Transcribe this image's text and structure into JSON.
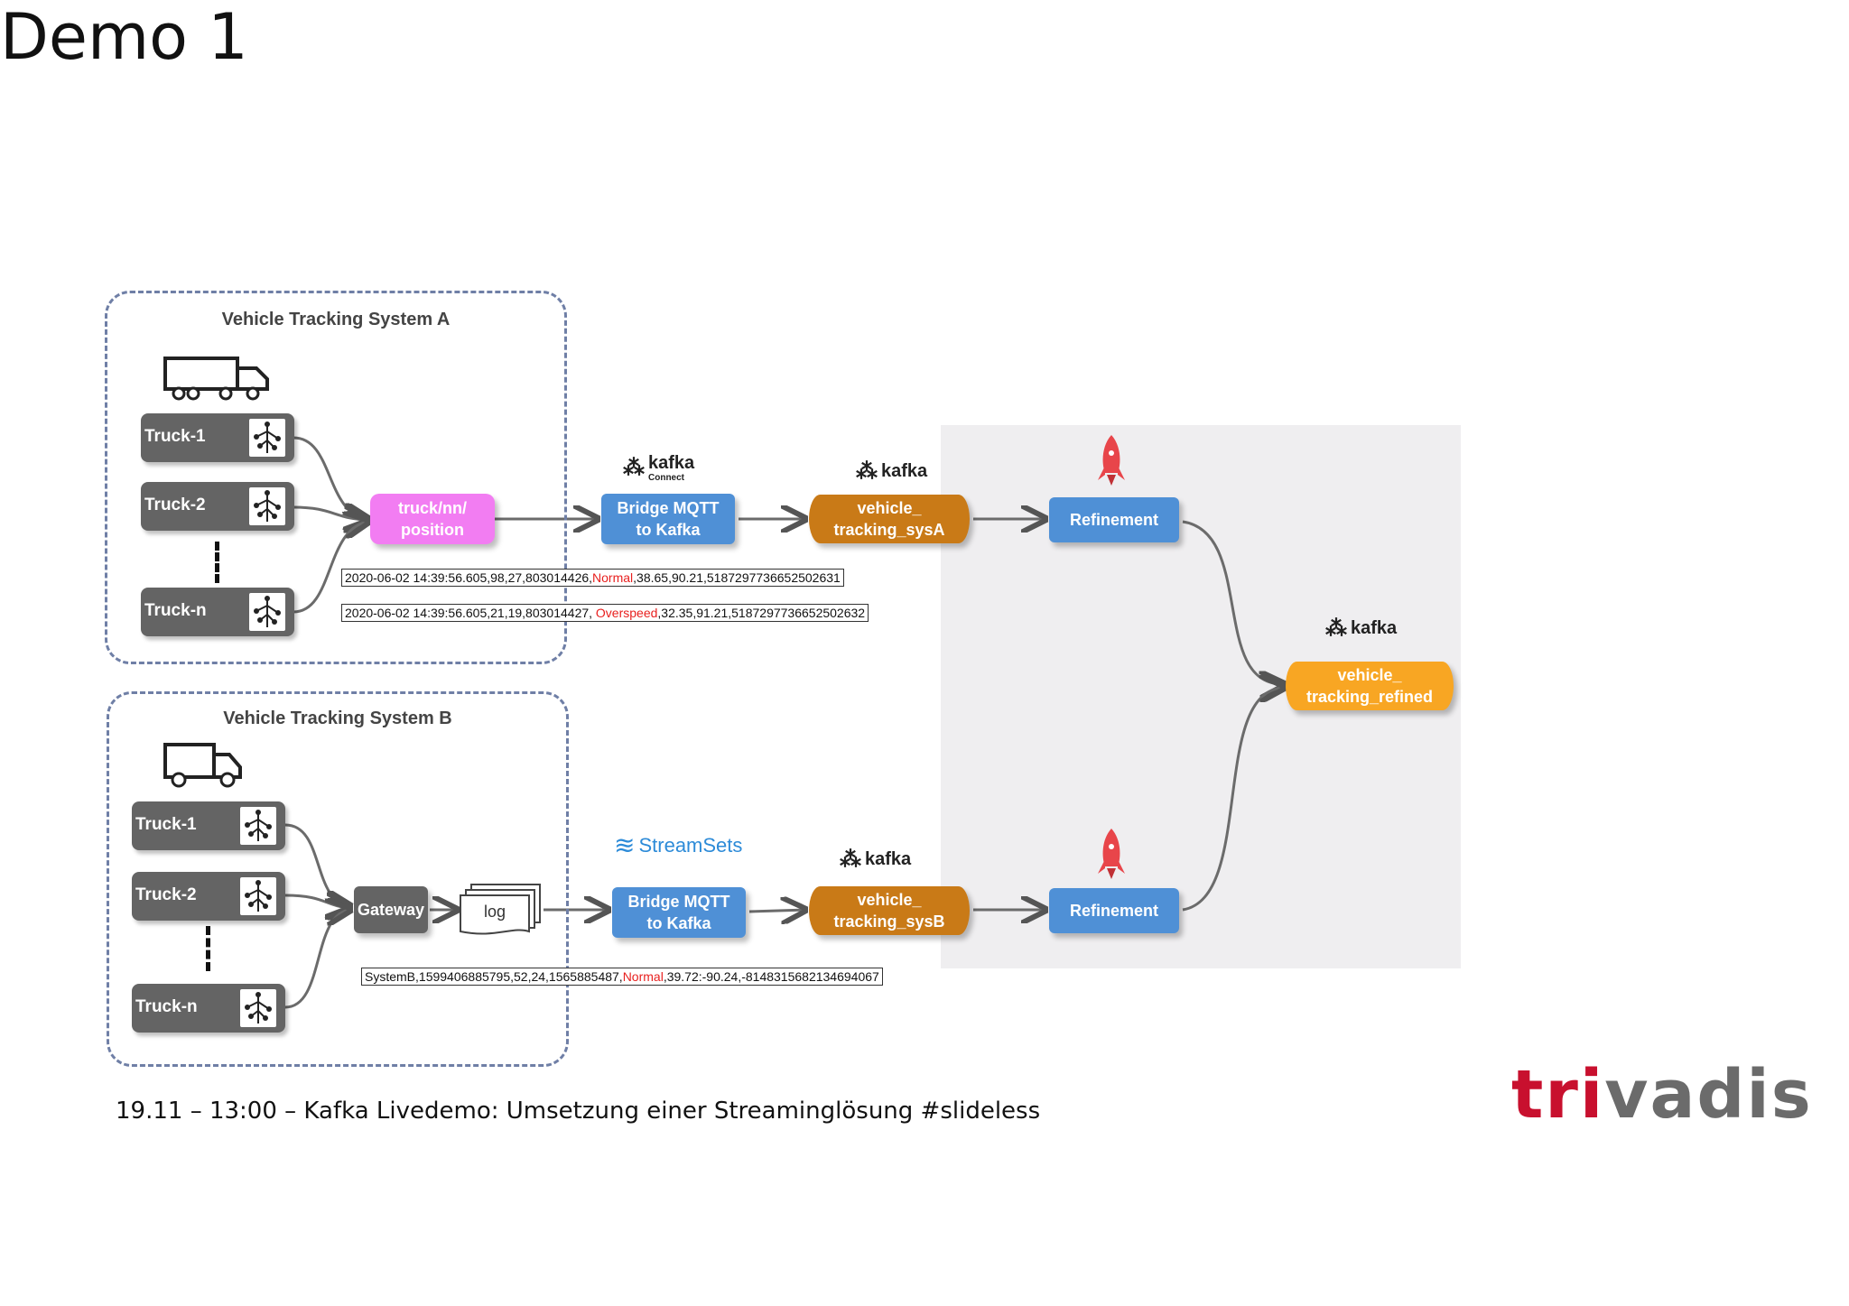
{
  "slide": {
    "title": "Demo 1"
  },
  "system_a": {
    "title": "Vehicle Tracking System A",
    "trucks": [
      "Truck-1",
      "Truck-2",
      "Truck-n"
    ]
  },
  "system_b": {
    "title": "Vehicle Tracking System B",
    "trucks": [
      "Truck-1",
      "Truck-2",
      "Truck-n"
    ]
  },
  "nodes": {
    "mqtt_topic": [
      "truck/nn/",
      "position"
    ],
    "bridge_a": [
      "Bridge MQTT",
      "to Kafka"
    ],
    "topic_a": [
      "vehicle_",
      "tracking_sysA"
    ],
    "refine_a": "Refinement",
    "topic_refined": [
      "vehicle_",
      "tracking_refined"
    ],
    "gateway": "Gateway",
    "log": "log",
    "bridge_b": [
      "Bridge MQTT",
      "to Kafka"
    ],
    "topic_b": [
      "vehicle_",
      "tracking_sysB"
    ],
    "refine_b": "Refinement"
  },
  "logos": {
    "kafka": "kafka",
    "kafka_connect_sub": "Connect",
    "streamsets": "StreamSets"
  },
  "samples": {
    "a1": {
      "pre": "2020-06-02 14:39:56.605,98,27,803014426,",
      "hl": "Normal",
      "post": ",38.65,90.21,5187297736652502631"
    },
    "a2": {
      "pre": "2020-06-02 14:39:56.605,21,19,803014427, ",
      "hl": "Overspeed",
      "post": ",32.35,91.21,5187297736652502632"
    },
    "b1": {
      "pre": "SystemB,1599406885795,52,24,1565885487,",
      "hl": "Normal",
      "post": ",39.72:-90.24,-8148315682134694067"
    }
  },
  "footer": "19.11 – 13:00 – Kafka Livedemo: Umsetzung einer Streaminglösung #slideless",
  "brand": {
    "red_part": "tri",
    "gray_part": "vadis",
    "red_color": "#c8102e",
    "gray_color": "#6b6b6b"
  },
  "colors": {
    "mqtt_topic": "#f27df2",
    "kafka_topic": "#c97a17",
    "refined_topic": "#f8a623",
    "processor": "#4f90d6",
    "truck": "#646464",
    "highlight": "#e8201f",
    "streams_panel": "#efeef0"
  }
}
